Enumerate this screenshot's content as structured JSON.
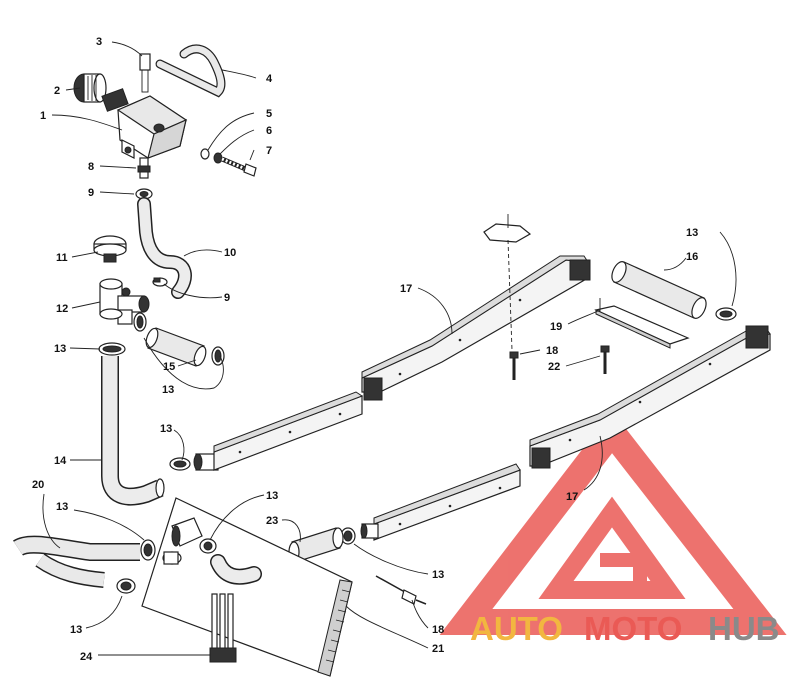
{
  "callouts": [
    {
      "id": "c3",
      "text": "3"
    },
    {
      "id": "c4",
      "text": "4"
    },
    {
      "id": "c2",
      "text": "2"
    },
    {
      "id": "c1",
      "text": "1"
    },
    {
      "id": "c5",
      "text": "5"
    },
    {
      "id": "c6",
      "text": "6"
    },
    {
      "id": "c7",
      "text": "7"
    },
    {
      "id": "c8",
      "text": "8"
    },
    {
      "id": "c9a",
      "text": "9"
    },
    {
      "id": "c10",
      "text": "10"
    },
    {
      "id": "c11",
      "text": "11"
    },
    {
      "id": "c9b",
      "text": "9"
    },
    {
      "id": "c12",
      "text": "12"
    },
    {
      "id": "c13a",
      "text": "13"
    },
    {
      "id": "c15",
      "text": "15"
    },
    {
      "id": "c13b",
      "text": "13"
    },
    {
      "id": "c13c",
      "text": "13"
    },
    {
      "id": "c14",
      "text": "14"
    },
    {
      "id": "c20",
      "text": "20"
    },
    {
      "id": "c13d",
      "text": "13"
    },
    {
      "id": "c13e",
      "text": "13"
    },
    {
      "id": "c23",
      "text": "23"
    },
    {
      "id": "c13f",
      "text": "13"
    },
    {
      "id": "c13g",
      "text": "13"
    },
    {
      "id": "c18a",
      "text": "18"
    },
    {
      "id": "c24",
      "text": "24"
    },
    {
      "id": "c21",
      "text": "21"
    },
    {
      "id": "c17a",
      "text": "17"
    },
    {
      "id": "c13h",
      "text": "13"
    },
    {
      "id": "c16",
      "text": "16"
    },
    {
      "id": "c19",
      "text": "19"
    },
    {
      "id": "c18b",
      "text": "18"
    },
    {
      "id": "c22",
      "text": "22"
    },
    {
      "id": "c17b",
      "text": "17"
    }
  ],
  "watermark": {
    "part1": "AUTO",
    "part2": "MOTO",
    "part3": "HUB",
    "colors": {
      "auto": "#f2b640",
      "moto": "#ea5a55",
      "hub": "#8a8a8a",
      "logo": "#ea5a55"
    }
  }
}
